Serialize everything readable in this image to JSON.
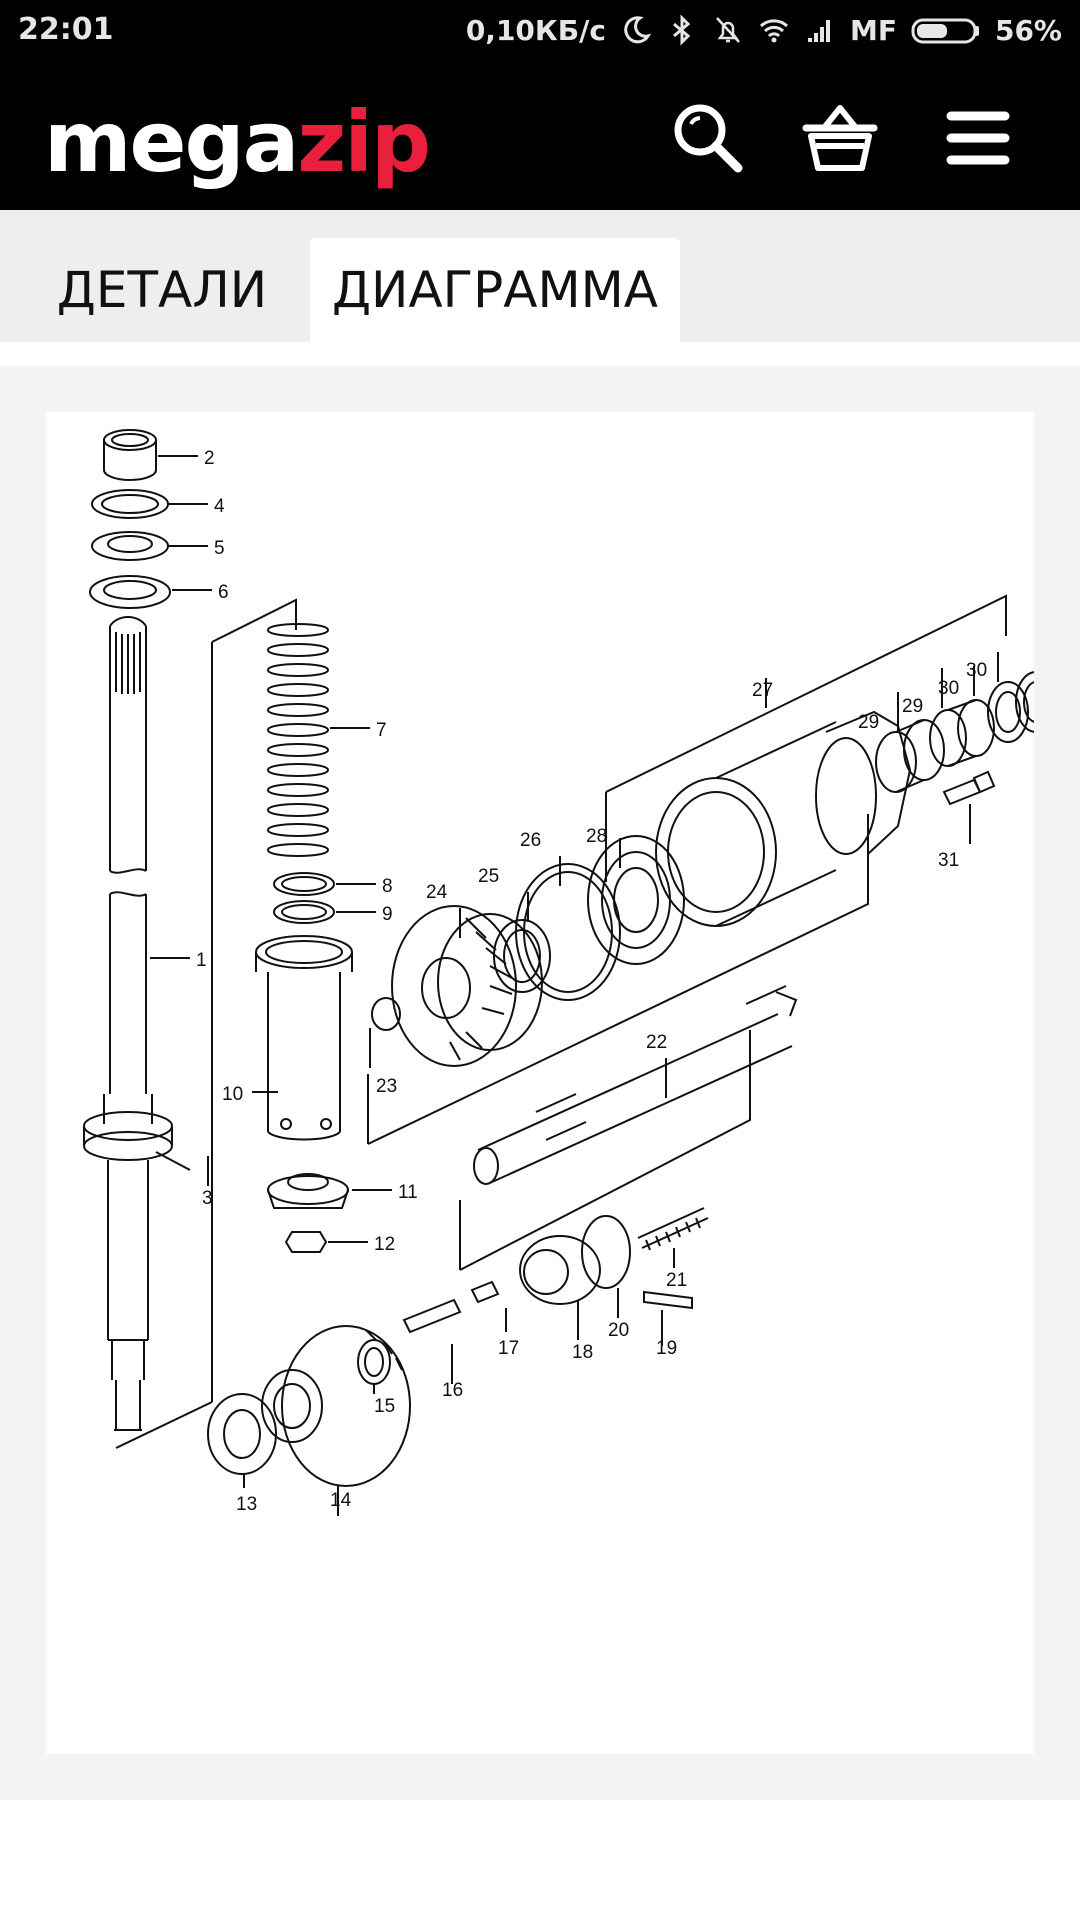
{
  "status_bar": {
    "time": "22:01",
    "network_speed": "0,10КБ/с",
    "carrier": "MF",
    "battery": "56%",
    "battery_level": 0.56,
    "icons": [
      "moon-icon",
      "bluetooth-icon",
      "bell-off-icon",
      "wifi-icon",
      "signal-icon",
      "battery-icon"
    ]
  },
  "header": {
    "logo_part1": "mega",
    "logo_part2": "zip",
    "logo_colors": {
      "part1": "#ffffff",
      "part2": "#e8203c"
    },
    "icons": [
      "search-icon",
      "cart-icon",
      "menu-icon"
    ]
  },
  "tabs": [
    {
      "label": "ДЕТАЛИ",
      "active": false
    },
    {
      "label": "ДИАГРАММА",
      "active": true
    }
  ],
  "diagram": {
    "part_numbers": [
      "1",
      "2",
      "3",
      "4",
      "5",
      "6",
      "7",
      "8",
      "9",
      "10",
      "11",
      "12",
      "13",
      "14",
      "15",
      "16",
      "17",
      "18",
      "19",
      "20",
      "21",
      "22",
      "23",
      "24",
      "25",
      "26",
      "27",
      "28",
      "29",
      "29",
      "30",
      "30",
      "31"
    ]
  }
}
